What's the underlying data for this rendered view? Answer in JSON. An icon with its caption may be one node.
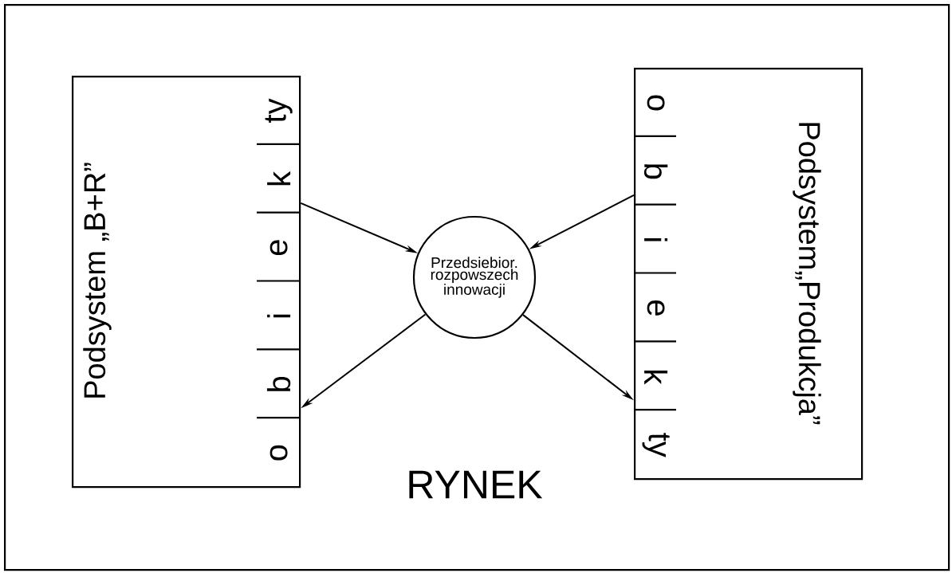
{
  "diagram": {
    "nodes": [
      {
        "text": [
          "RYNEK"
        ]
      },
      {
        "text": [
          "Podsystem „B+R”"
        ],
        "in": 0
      },
      {
        "text": [
          "o"
        ],
        "in": 1
      },
      {
        "text": [
          "b"
        ],
        "in": 1
      },
      {
        "text": [
          "i"
        ],
        "in": 1
      },
      {
        "text": [
          "e"
        ],
        "in": 1
      },
      {
        "text": [
          "k"
        ],
        "in": 1
      },
      {
        "text": [
          "ty"
        ],
        "in": 1
      },
      {
        "text": [
          "Przedsiebior. rozpowszech innowacji"
        ],
        "in": 0
      },
      {
        "text": [
          "Podsystem„Produkcja”"
        ],
        "in": 0
      },
      {
        "text": [
          "o"
        ],
        "in": 9
      },
      {
        "text": [
          "b"
        ],
        "in": 9
      },
      {
        "text": [
          "i"
        ],
        "in": 9
      },
      {
        "text": [
          "e"
        ],
        "in": 9
      },
      {
        "text": [
          "k"
        ],
        "in": 9
      },
      {
        "text": [
          "ty"
        ],
        "in": 9
      }
    ],
    "edges": [
      {
        "from": 6,
        "to": 8,
        "arrow": "to"
      },
      {
        "from": 8,
        "to": 3,
        "arrow": "to"
      },
      {
        "from": 11,
        "to": 8,
        "arrow": "to"
      },
      {
        "from": 8,
        "to": 14,
        "arrow": "to"
      }
    ]
  }
}
